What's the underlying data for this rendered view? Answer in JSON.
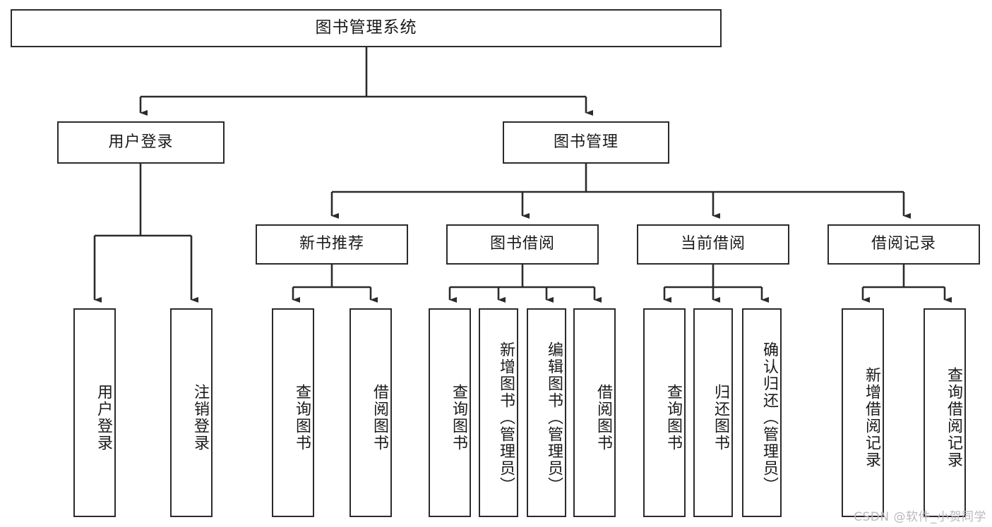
{
  "diagram": {
    "title": "图书管理系统",
    "type": "tree-hierarchy-diagram",
    "watermark": "CSDN @软件_小贺同学",
    "colors": {
      "node_border": "#2b2b2b",
      "node_fill": "#ffffff",
      "edge": "#2b2b2b",
      "text": "#1a1a1a",
      "watermark": "#b9b9b9",
      "background": "#ffffff"
    },
    "nodes": {
      "root": {
        "label": "图书管理系统"
      },
      "level2": [
        {
          "id": "user-login",
          "label": "用户登录"
        },
        {
          "id": "book-management",
          "label": "图书管理"
        }
      ],
      "level3": [
        {
          "id": "new-book-recommend",
          "label": "新书推荐"
        },
        {
          "id": "book-borrow",
          "label": "图书借阅"
        },
        {
          "id": "current-borrow",
          "label": "当前借阅"
        },
        {
          "id": "borrow-record",
          "label": "借阅记录"
        }
      ],
      "leaves": {
        "user-login": [
          {
            "id": "leaf-user-login",
            "label": "用户登录"
          },
          {
            "id": "leaf-logout-login",
            "label": "注销登录"
          }
        ],
        "new-book-recommend": [
          {
            "id": "leaf-query-book-1",
            "label": "查询图书"
          },
          {
            "id": "leaf-borrow-book-1",
            "label": "借阅图书"
          }
        ],
        "book-borrow": [
          {
            "id": "leaf-query-book-2",
            "label": "查询图书"
          },
          {
            "id": "leaf-add-book",
            "label": "新增图书（管理员）"
          },
          {
            "id": "leaf-edit-book",
            "label": "编辑图书（管理员）"
          },
          {
            "id": "leaf-borrow-book-2",
            "label": "借阅图书"
          }
        ],
        "current-borrow": [
          {
            "id": "leaf-query-book-3",
            "label": "查询图书"
          },
          {
            "id": "leaf-return-book",
            "label": "归还图书"
          },
          {
            "id": "leaf-confirm-return",
            "label": "确认归还（管理员）"
          }
        ],
        "borrow-record": [
          {
            "id": "leaf-add-record",
            "label": "新增借阅记录"
          },
          {
            "id": "leaf-query-record",
            "label": "查询借阅记录"
          }
        ]
      }
    }
  }
}
